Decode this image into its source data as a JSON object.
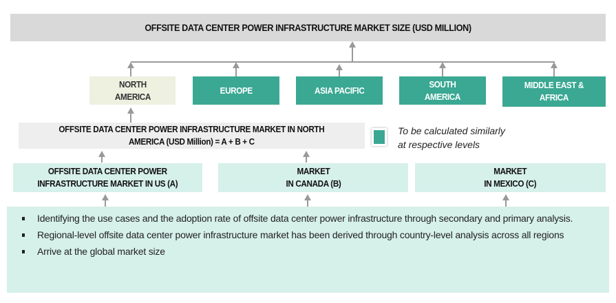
{
  "title": "OFFSITE DATA CENTER POWER INFRASTRUCTURE MARKET SIZE (USD MILLION)",
  "regions": [
    {
      "line1": "NORTH",
      "line2": "AMERICA"
    },
    {
      "line1": "EUROPE",
      "line2": ""
    },
    {
      "line1": "ASIA PACIFIC",
      "line2": ""
    },
    {
      "line1": "SOUTH",
      "line2": "AMERICA"
    },
    {
      "line1": "MIDDLE EAST &",
      "line2": "AFRICA"
    }
  ],
  "formula": {
    "line1": "OFFSITE DATA CENTER POWER INFRASTRUCTURE MARKET IN NORTH",
    "line2": "AMERICA (USD Million) = A + B + C"
  },
  "legend": {
    "line1": "To be calculated similarly",
    "line2": "at respective levels",
    "color": "#3aa893"
  },
  "countries": [
    {
      "line1": "OFFSITE DATA CENTER POWER",
      "line2": "INFRASTRUCTURE MARKET IN US (A)"
    },
    {
      "line1": "MARKET",
      "line2": "IN CANADA (B)"
    },
    {
      "line1": "MARKET",
      "line2": "IN MEXICO (C)"
    }
  ],
  "bullets": [
    "Identifying the use cases and the adoption rate of offsite data center power infrastructure through secondary and primary analysis.",
    "Regional-level offsite data center power infrastructure market has been derived through country-level analysis across all regions",
    "Arrive at the global market size"
  ]
}
